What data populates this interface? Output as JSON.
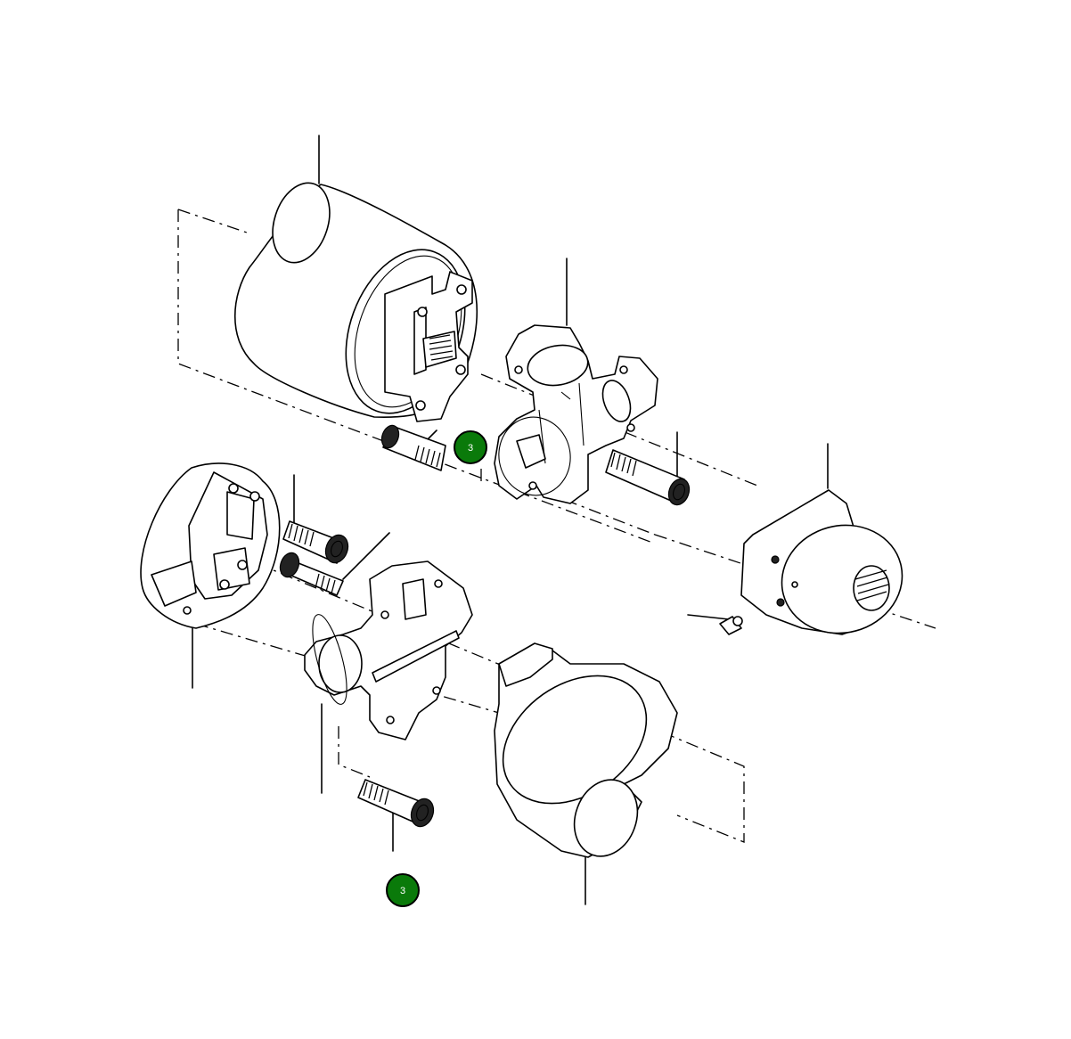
{
  "diagram": {
    "type": "exploded-parts-view",
    "callouts": [
      {
        "id": "callout-upper",
        "label": "3"
      },
      {
        "id": "callout-lower",
        "label": "3"
      }
    ],
    "colors": {
      "callout_fill": "#0a7a0a",
      "callout_text": "#ffffff",
      "line": "#000000"
    }
  }
}
